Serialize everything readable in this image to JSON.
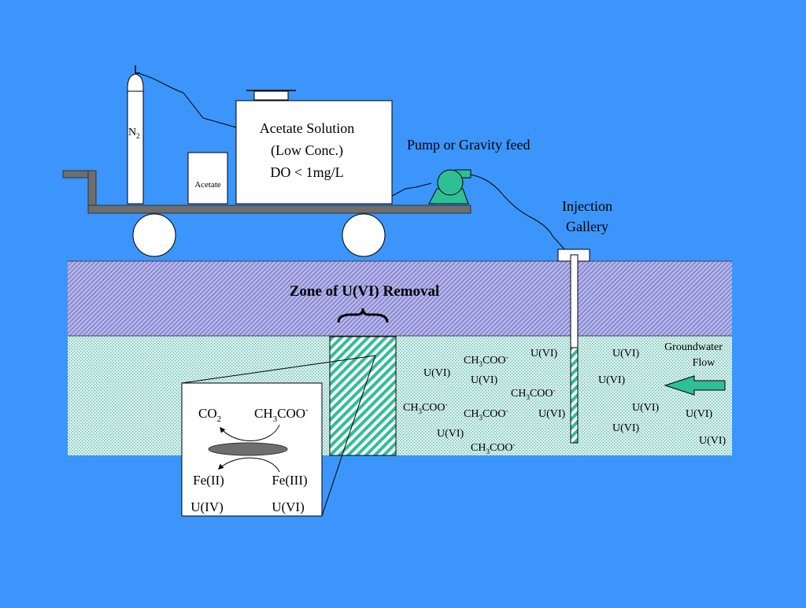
{
  "colors": {
    "background": "#3b95fb",
    "unsaturated_zone": "#9a9ad6",
    "saturated_zone": "#bfe6e6",
    "treatment_zone": "#2fbf95",
    "equipment_fill": "#ffffff",
    "cart_frame": "#6e6e6e",
    "pump": "#2fbf95",
    "flow_arrow": "#2fbf95"
  },
  "labels": {
    "n2_base": "N",
    "n2_sub": "2",
    "acetate_box": "Acetate",
    "tank_line1": "Acetate Solution",
    "tank_line2": "(Low Conc.)",
    "tank_line3": "DO < 1mg/L",
    "pump_feed": "Pump or Gravity feed",
    "injection_line1": "Injection",
    "injection_line2": "Gallery",
    "zone_title": "Zone of U(VI) Removal",
    "groundwater_line1": "Groundwater",
    "groundwater_line2": "Flow"
  },
  "inset": {
    "co2_base": "CO",
    "co2_sub": "2",
    "acetate_a": "CH",
    "acetate_sub": "3",
    "acetate_b": "COO",
    "acetate_sup": "-",
    "fe2": "Fe(II)",
    "fe3": "Fe(III)",
    "u4": "U(IV)",
    "u6": "U(VI)"
  },
  "species": {
    "uranium": "U(VI)",
    "acetate_a": "CH",
    "acetate_sub": "3",
    "acetate_b": "COO",
    "acetate_sup": "-"
  }
}
